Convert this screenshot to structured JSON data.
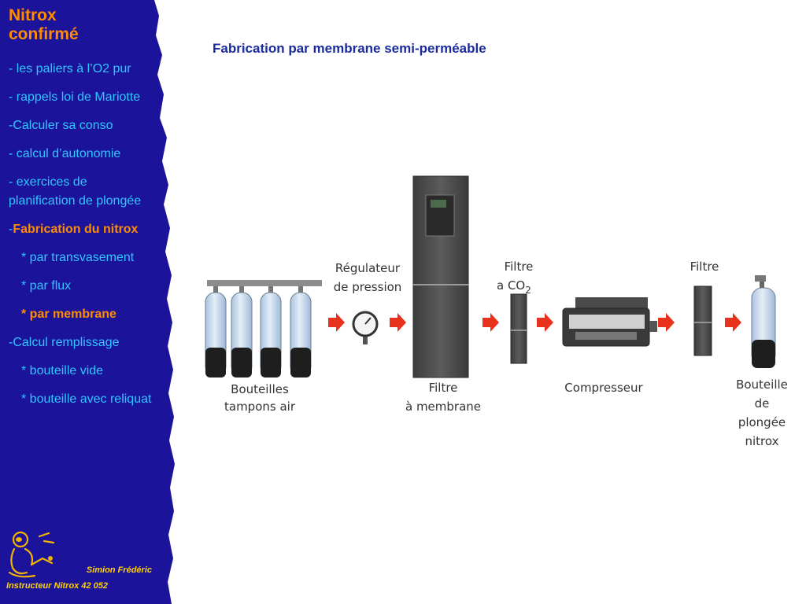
{
  "sidebar": {
    "title_line1": "Nitrox",
    "title_line2": "confirmé",
    "items": [
      {
        "text": "- les paliers à l’O2 pur"
      },
      {
        "text": "- rappels loi de Mariotte"
      },
      {
        "text": "-Calculer sa conso"
      },
      {
        "text": "- calcul d’autonomie"
      },
      {
        "text": "- exercices de planification de plongée"
      },
      {
        "prefix": "-",
        "text": "Fabrication du nitrox"
      },
      {
        "text": "* par transvasement"
      },
      {
        "text": "* par flux"
      },
      {
        "text": "* par membrane"
      },
      {
        "text": "-Calcul remplissage"
      },
      {
        "text": "* bouteille vide"
      },
      {
        "text": "* bouteille avec reliquat"
      }
    ],
    "author_line1": "Simion Frédéric",
    "author_line2": "Instructeur Nitrox 42 052"
  },
  "main": {
    "heading": "Fabrication par membrane semi-perméable"
  },
  "diagram": {
    "label_tanks_1": "Bouteilles",
    "label_tanks_2": "tampons air",
    "label_regulator_1": "Régulateur",
    "label_regulator_2": "de pression",
    "label_membrane_1": "Filtre",
    "label_membrane_2": "à membrane",
    "label_co2_1": "Filtre",
    "label_co2_2": "a CO",
    "label_co2_sub": "2",
    "label_compressor": "Compresseur",
    "label_filter": "Filtre",
    "label_bottle_1": "Bouteille",
    "label_bottle_2": "de",
    "label_bottle_3": "plongée",
    "label_bottle_4": "nitrox",
    "arrow_color": "#e8321e",
    "tank_color": "#c9dcef"
  }
}
